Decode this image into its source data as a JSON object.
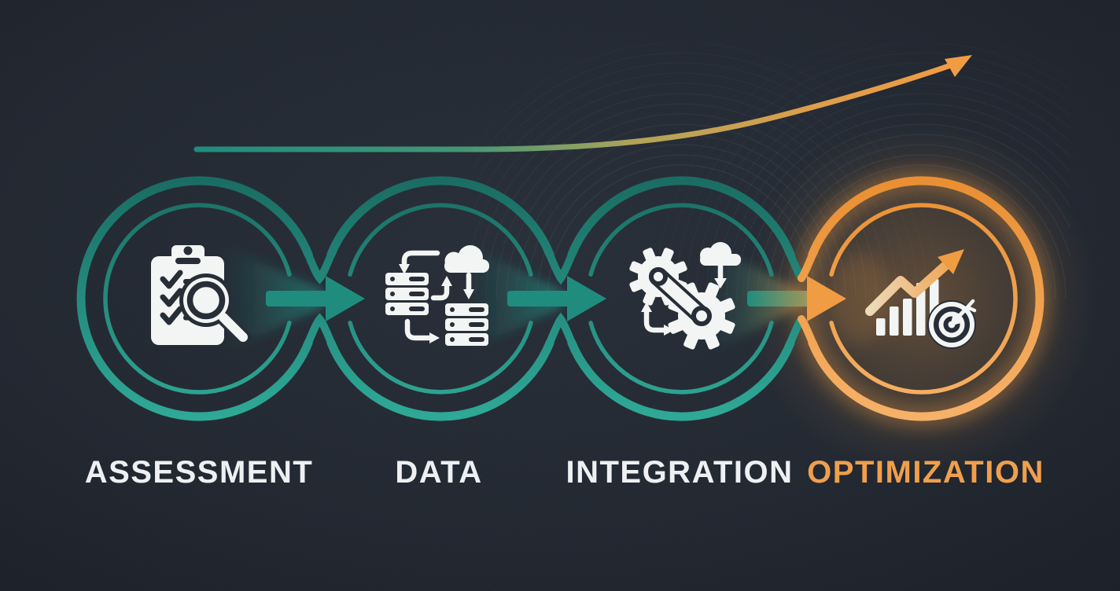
{
  "diagram": {
    "title": "four-step-process-flow",
    "steps": [
      {
        "label": "ASSESSMENT",
        "icon": "clipboard-checklist-magnifier-icon",
        "ring": "teal",
        "label_color": "#edf0f2"
      },
      {
        "label": "DATA",
        "icon": "servers-cloud-migration-icon",
        "ring": "teal",
        "label_color": "#edf0f2"
      },
      {
        "label": "INTEGRATION",
        "icon": "gears-cloud-link-icon",
        "ring": "teal",
        "label_color": "#edf0f2"
      },
      {
        "label": "OPTIMIZATION",
        "icon": "bar-chart-growth-target-icon",
        "ring": "orange",
        "label_color": "#f09d4a"
      }
    ],
    "connector_icon": "right-arrow-icon",
    "growth_curve_icon": "rising-arrow-curve-icon"
  },
  "colors": {
    "background": "#20262f",
    "cutout": "#232a33",
    "teal": "#1b8a7c",
    "teal_dark": "#166a60",
    "teal_light": "#2ba795",
    "orange": "#f09a40",
    "orange_dark": "#e98d2f",
    "orange_light": "#f6b066",
    "icon_white": "#f3f5f4",
    "label_white": "#edf0f2",
    "wave_gray": "#48545f",
    "curve_mid": "#b1a355",
    "sand": "#ecd9b8"
  }
}
